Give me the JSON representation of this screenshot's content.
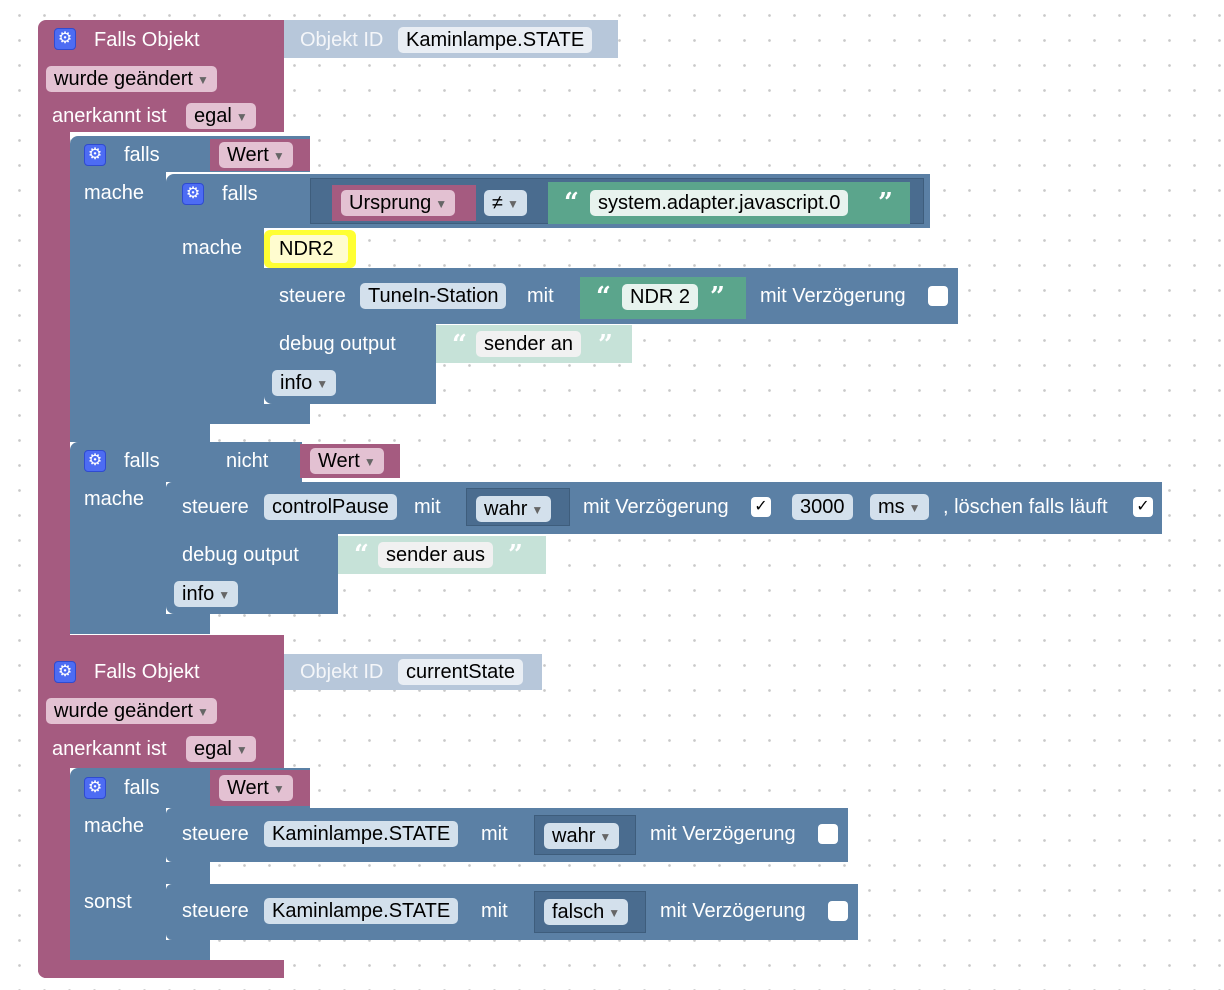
{
  "blocks": [
    {
      "trigger": "Falls Objekt",
      "objekt_id_label": "Objekt ID",
      "objekt_id_value": "Kaminlampe.STATE",
      "change_mode": "wurde geändert",
      "ack_label": "anerkannt ist",
      "ack_value": "egal",
      "if1": {
        "label": "falls",
        "do_label": "mache",
        "condition": "Wert",
        "inner_if": {
          "label": "falls",
          "do_label": "mache",
          "left": "Ursprung",
          "operator": "≠",
          "right": "system.adapter.javascript.0",
          "comment": "NDR2",
          "control": {
            "steuere": "steuere",
            "target": "TuneIn-Station",
            "mit": "mit",
            "value": "NDR 2",
            "delay_label": "mit Verzögerung"
          },
          "debug": {
            "label": "debug output",
            "text": "sender an",
            "level": "info"
          }
        }
      },
      "if2": {
        "label": "falls",
        "do_label": "mache",
        "not": "nicht",
        "condition": "Wert",
        "control": {
          "steuere": "steuere",
          "target": "controlPause",
          "mit": "mit",
          "value": "wahr",
          "delay_label": "mit Verzögerung",
          "delay_ms": "3000",
          "unit": "ms",
          "clear_label": ", löschen falls läuft"
        },
        "debug": {
          "label": "debug output",
          "text": "sender aus",
          "level": "info"
        }
      }
    },
    {
      "trigger": "Falls Objekt",
      "objekt_id_label": "Objekt ID",
      "objekt_id_value": "currentState",
      "change_mode": "wurde geändert",
      "ack_label": "anerkannt ist",
      "ack_value": "egal",
      "if1": {
        "label": "falls",
        "do_label": "mache",
        "else_label": "sonst",
        "condition": "Wert",
        "then_control": {
          "steuere": "steuere",
          "target": "Kaminlampe.STATE",
          "mit": "mit",
          "value": "wahr",
          "delay_label": "mit Verzögerung"
        },
        "else_control": {
          "steuere": "steuere",
          "target": "Kaminlampe.STATE",
          "mit": "mit",
          "value": "falsch",
          "delay_label": "mit Verzögerung"
        }
      }
    }
  ],
  "icons": {
    "gear": "gear-icon",
    "dropdown": "dropdown-arrow-icon",
    "check": "✓",
    "open_quote": "“",
    "close_quote": "”"
  },
  "colors": {
    "event_block": "#a55b80",
    "logic_block": "#5b80a5",
    "text_block": "#5ba58c",
    "comment_highlight": "#ffff33"
  }
}
